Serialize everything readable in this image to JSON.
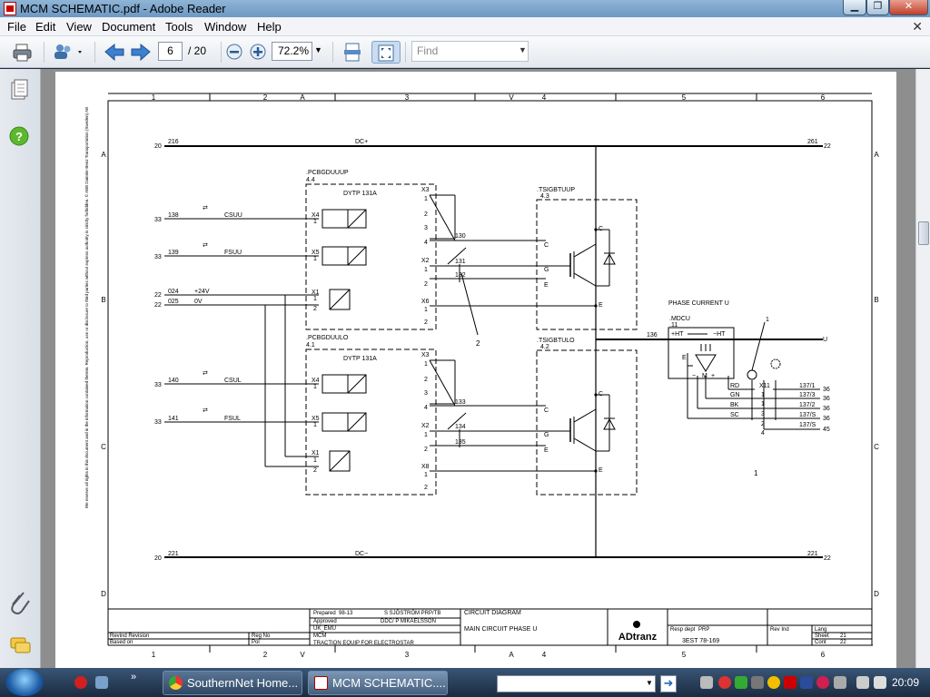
{
  "window": {
    "title": "MCM SCHEMATIC.pdf - Adobe Reader"
  },
  "menu": [
    "File",
    "Edit",
    "View",
    "Document",
    "Tools",
    "Window",
    "Help"
  ],
  "toolbar": {
    "page_current": "6",
    "page_total": "/ 20",
    "zoom": "72.2%",
    "find_placeholder": "Find"
  },
  "schematic": {
    "col_numbers": [
      "1",
      "2",
      "3",
      "4",
      "5",
      "6"
    ],
    "col_markers": [
      "A",
      "V"
    ],
    "row_letters": [
      "A",
      "B",
      "C",
      "D"
    ],
    "bus_top": {
      "left": "20",
      "wire_left": "216",
      "label": "DC+",
      "wire_right": "261",
      "right": "22"
    },
    "bus_bottom": {
      "left": "20",
      "wire_left": "221",
      "label": "DC−",
      "wire_right": "221",
      "right": "22"
    },
    "upper": {
      "ref": ".PCBGDUUUP",
      "pos": "4.4",
      "module": "DYTP 131A",
      "inputs": [
        {
          "sheet": "33",
          "wire": "138",
          "signal": "CSUU",
          "conn": "X4"
        },
        {
          "sheet": "33",
          "wire": "139",
          "signal": "FSUU",
          "conn": "X5"
        }
      ],
      "supply": [
        {
          "sheet": "22",
          "wire": "024",
          "signal": "+24V"
        },
        {
          "sheet": "22",
          "wire": "025",
          "signal": "0V"
        }
      ],
      "outputs": [
        "X3",
        "X2",
        "X6"
      ],
      "wires": [
        "130",
        "131",
        "132"
      ]
    },
    "lower": {
      "ref": ".PCBGDUULO",
      "pos": "4.1",
      "module": "DYTP 131A",
      "inputs": [
        {
          "sheet": "33",
          "wire": "140",
          "signal": "CSUL",
          "conn": "X4"
        },
        {
          "sheet": "33",
          "wire": "141",
          "signal": "FSUL",
          "conn": "X5"
        }
      ],
      "outputs": [
        "X3",
        "X2",
        "X8"
      ],
      "wires": [
        "133",
        "134",
        "135"
      ]
    },
    "conn_x1": "X1",
    "pins": [
      "1",
      "2",
      "3",
      "4"
    ],
    "igbt_upper": {
      "ref": ".TSIGBTUUP",
      "pos": "4.3"
    },
    "igbt_lower": {
      "ref": ".TSIGBTULO",
      "pos": "4.2"
    },
    "igbt_terms": [
      "C",
      "G",
      "E"
    ],
    "callout_2": "2",
    "callout_1": "1",
    "page_center_mark": "1",
    "phase": {
      "title": "PHASE CURRENT U",
      "ref": ".MDCU",
      "pos": ".11",
      "wire_in": "136",
      "phase_label": "U",
      "plus_ht": "+HT",
      "minus_ht": "−HT",
      "e_label": "E",
      "minus": "−",
      "m": "M",
      "plus": "+",
      "conn": "X11",
      "rows": [
        {
          "color": "RD",
          "pin": "1",
          "out": "137/1",
          "sheet": "36"
        },
        {
          "color": "GN",
          "pin": "1",
          "out": "137/3",
          "sheet": "36"
        },
        {
          "color": "BK",
          "pin": "3",
          "out": "137/2",
          "sheet": "36"
        },
        {
          "color": "SC",
          "pin": "2",
          "out": "137/S",
          "sheet": "36"
        },
        {
          "color": "",
          "pin": "4",
          "out": "137/S",
          "sheet": "45"
        }
      ]
    },
    "side_note": "We reserve all rights in this document and in the information contained therein. Reproduction, use or disclosure to third parties without express authority is strictly forbidden. © ABB Daimler-Benz Transportation (Sweden) AB",
    "title_block": {
      "prepared_label": "Prepared",
      "prepared_date": "98-13",
      "prepared_by": "S SJÖSTRÖM PRP/TB",
      "approved_label": "Approved",
      "approved_by": "DDC/ P MIKAELSSON",
      "project": "UK_EMU",
      "unit": "MCM",
      "description": "TRACTION EQUIP FOR ELECTROSTAR",
      "revind_label": "Revind Revision",
      "based_on_label": "Based on",
      "regno_label": "Reg No",
      "pol_label": "Pol",
      "diagram_type": "CIRCUIT DIAGRAM",
      "diagram_title": "MAIN CIRCUIT PHASE U",
      "company": "ADtranz",
      "resp_dept_label": "Resp dept",
      "resp_dept": "PRP",
      "doc_no": "3EST 78-169",
      "revind2_label": "Rev Ind",
      "lang_label": "Lang",
      "sheet_label": "Sheet",
      "sheet": "21",
      "cont_label": "Cont",
      "cont": "22"
    }
  },
  "taskbar": {
    "tasks": [
      {
        "label": "SouthernNet Home...",
        "icon": "chrome-icon"
      },
      {
        "label": "MCM SCHEMATIC....",
        "icon": "adobe-reader-icon"
      }
    ],
    "clock": "20:09"
  }
}
